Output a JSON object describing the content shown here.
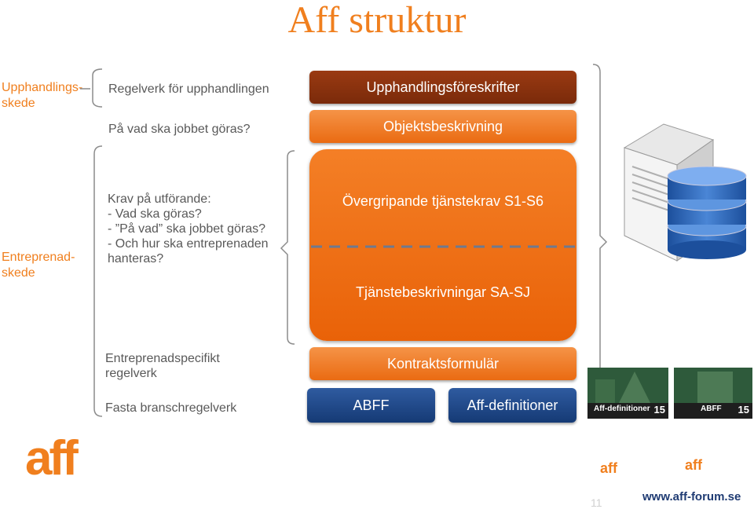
{
  "title": "Aff struktur",
  "left_labels": {
    "upphandling": "Upphandlings-\nskede",
    "entreprenad": "Entreprenad-\nskede"
  },
  "texts": {
    "regelverk": "Regelverk för upphandlingen",
    "pa_vad": "På vad  ska jobbet göras?",
    "krav": "Krav på utförande:\n- Vad ska göras?\n- ”På vad” ska jobbet göras?\n- Och hur ska entreprenaden\nhanteras?",
    "entrepspec": "Entreprenadspecifikt\nregelverk",
    "fasta": "Fasta branschregelverk"
  },
  "boxes": {
    "upphandlingsforeskrifter": "Upphandlingsföreskrifter",
    "objektsbeskrivning": "Objektsbeskrivning",
    "overgripande": "Övergripande tjänstekrav S1-S6",
    "tjanstebeskrivningar": "Tjänstebeskrivningar SA-SJ",
    "kontraktsformular": "Kontraktsformulär",
    "abff": "ABFF",
    "aff_definitioner": "Aff-definitioner"
  },
  "covers": {
    "left": {
      "band": "Aff-definitioner",
      "number": "15",
      "logo": "aff"
    },
    "right": {
      "band": "ABFF",
      "number": "15",
      "logo": "aff"
    }
  },
  "footer": {
    "logo": "aff",
    "page_number": "11",
    "url": "www.aff-forum.se"
  },
  "colors": {
    "accent": "#f07f1e",
    "brown": "#8b3210",
    "navy": "#1f4686"
  },
  "icons": [
    "server-database-icon"
  ]
}
